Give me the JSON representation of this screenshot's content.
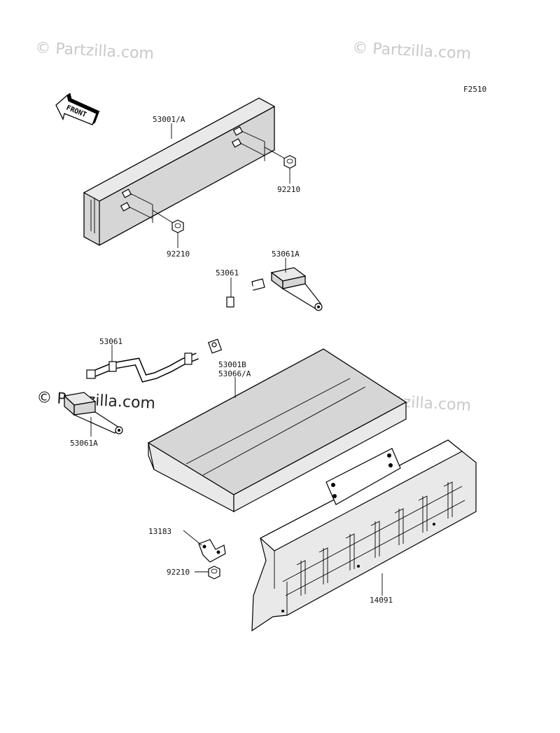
{
  "diagram_code": "F2510",
  "front_label": "FRONT",
  "watermarks": {
    "top_left": "© Partzilla.com",
    "top_right": "© Partzilla.com",
    "mid_left": "© Partzilla.com",
    "mid_right": "© Partzilla.com"
  },
  "callouts": {
    "mudflap_front": "53001/A",
    "nut_right": "92210",
    "nut_left": "92210",
    "strap_tr_label": "53061A",
    "strap_upper": "53061",
    "strap_lower": "53061",
    "seat_line1": "53001B",
    "seat_line2": "53066/A",
    "strap_bl_label": "53061A",
    "bracket": "13183",
    "nut_bottom": "92210",
    "guard": "14091"
  }
}
